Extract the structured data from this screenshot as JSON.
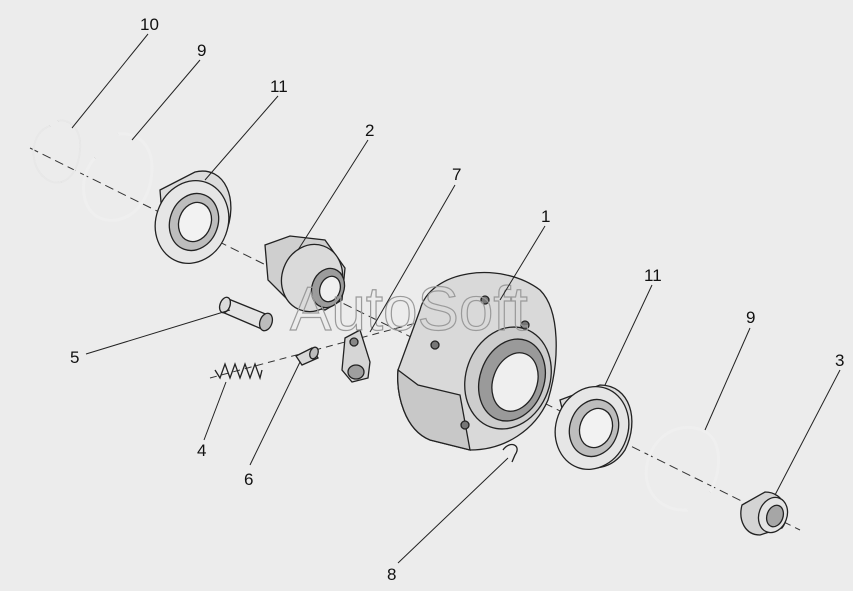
{
  "watermark": "AutoSoft",
  "colors": {
    "background": "#ececec",
    "part_fill": "#dcdcdc",
    "part_shade": "#a9a9a9",
    "line": "#222222"
  },
  "callouts": {
    "c10": "10",
    "c9a": "9",
    "c11a": "11",
    "c2": "2",
    "c7": "7",
    "c1": "1",
    "c11b": "11",
    "c9b": "9",
    "c3": "3",
    "c5": "5",
    "c4": "4",
    "c6": "6",
    "c8": "8"
  }
}
